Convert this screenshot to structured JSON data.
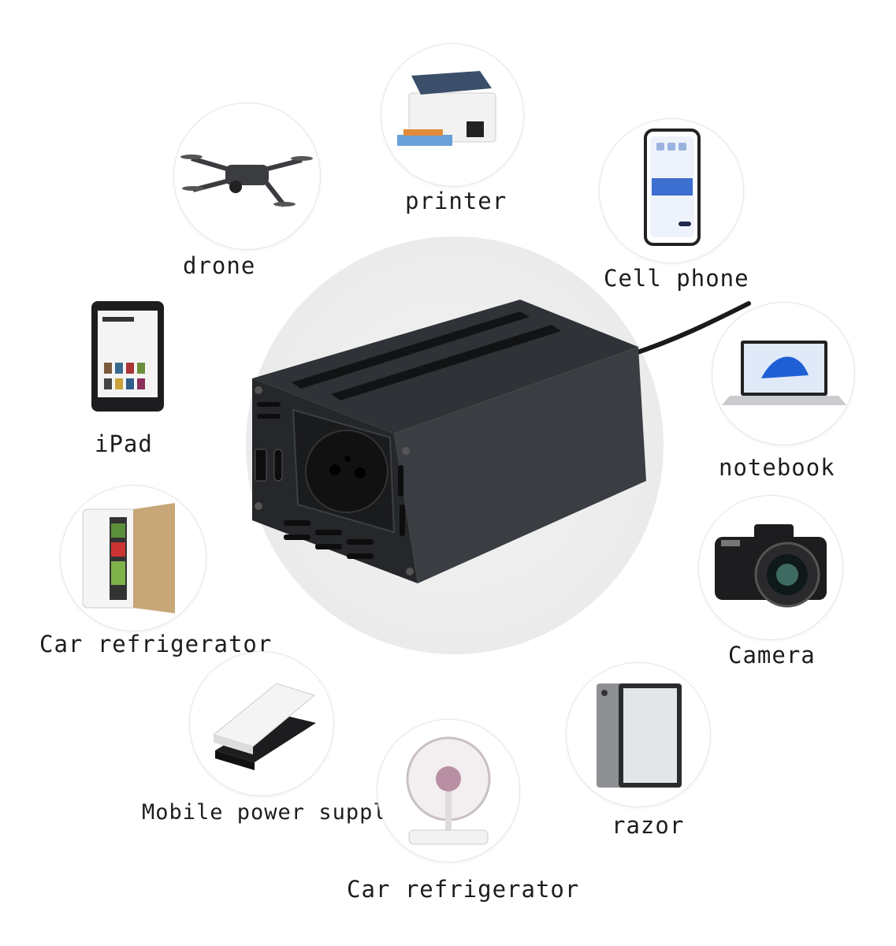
{
  "center": {
    "product": "inverter-icon"
  },
  "devices": [
    {
      "id": "printer",
      "label": "printer",
      "icon": "printer-icon"
    },
    {
      "id": "drone",
      "label": "drone",
      "icon": "drone-icon"
    },
    {
      "id": "cell-phone",
      "label": "Cell phone",
      "icon": "phone-icon"
    },
    {
      "id": "ipad",
      "label": "iPad",
      "icon": "tablet-icon"
    },
    {
      "id": "notebook",
      "label": "notebook",
      "icon": "laptop-icon"
    },
    {
      "id": "car-fridge-left",
      "label": "Car refrigerator",
      "icon": "mini-fridge-icon"
    },
    {
      "id": "camera",
      "label": "Camera",
      "icon": "camera-icon"
    },
    {
      "id": "power-bank",
      "label": "Mobile power supply",
      "icon": "power-bank-icon"
    },
    {
      "id": "razor",
      "label": "razor",
      "icon": "slate-device-icon"
    },
    {
      "id": "car-fridge-bottom",
      "label": "Car refrigerator",
      "icon": "desk-fan-icon"
    }
  ]
}
